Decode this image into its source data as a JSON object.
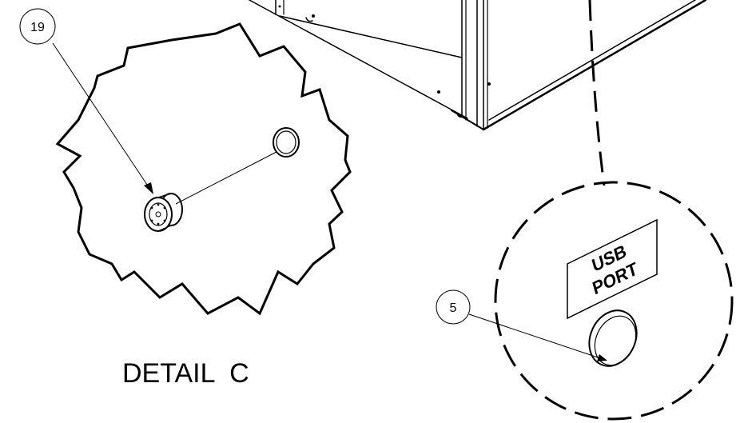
{
  "detail": {
    "title": "DETAIL  C"
  },
  "callouts": [
    {
      "id": "19"
    },
    {
      "id": "5"
    }
  ],
  "port_label": {
    "line1": "USB",
    "line2": "PORT"
  }
}
